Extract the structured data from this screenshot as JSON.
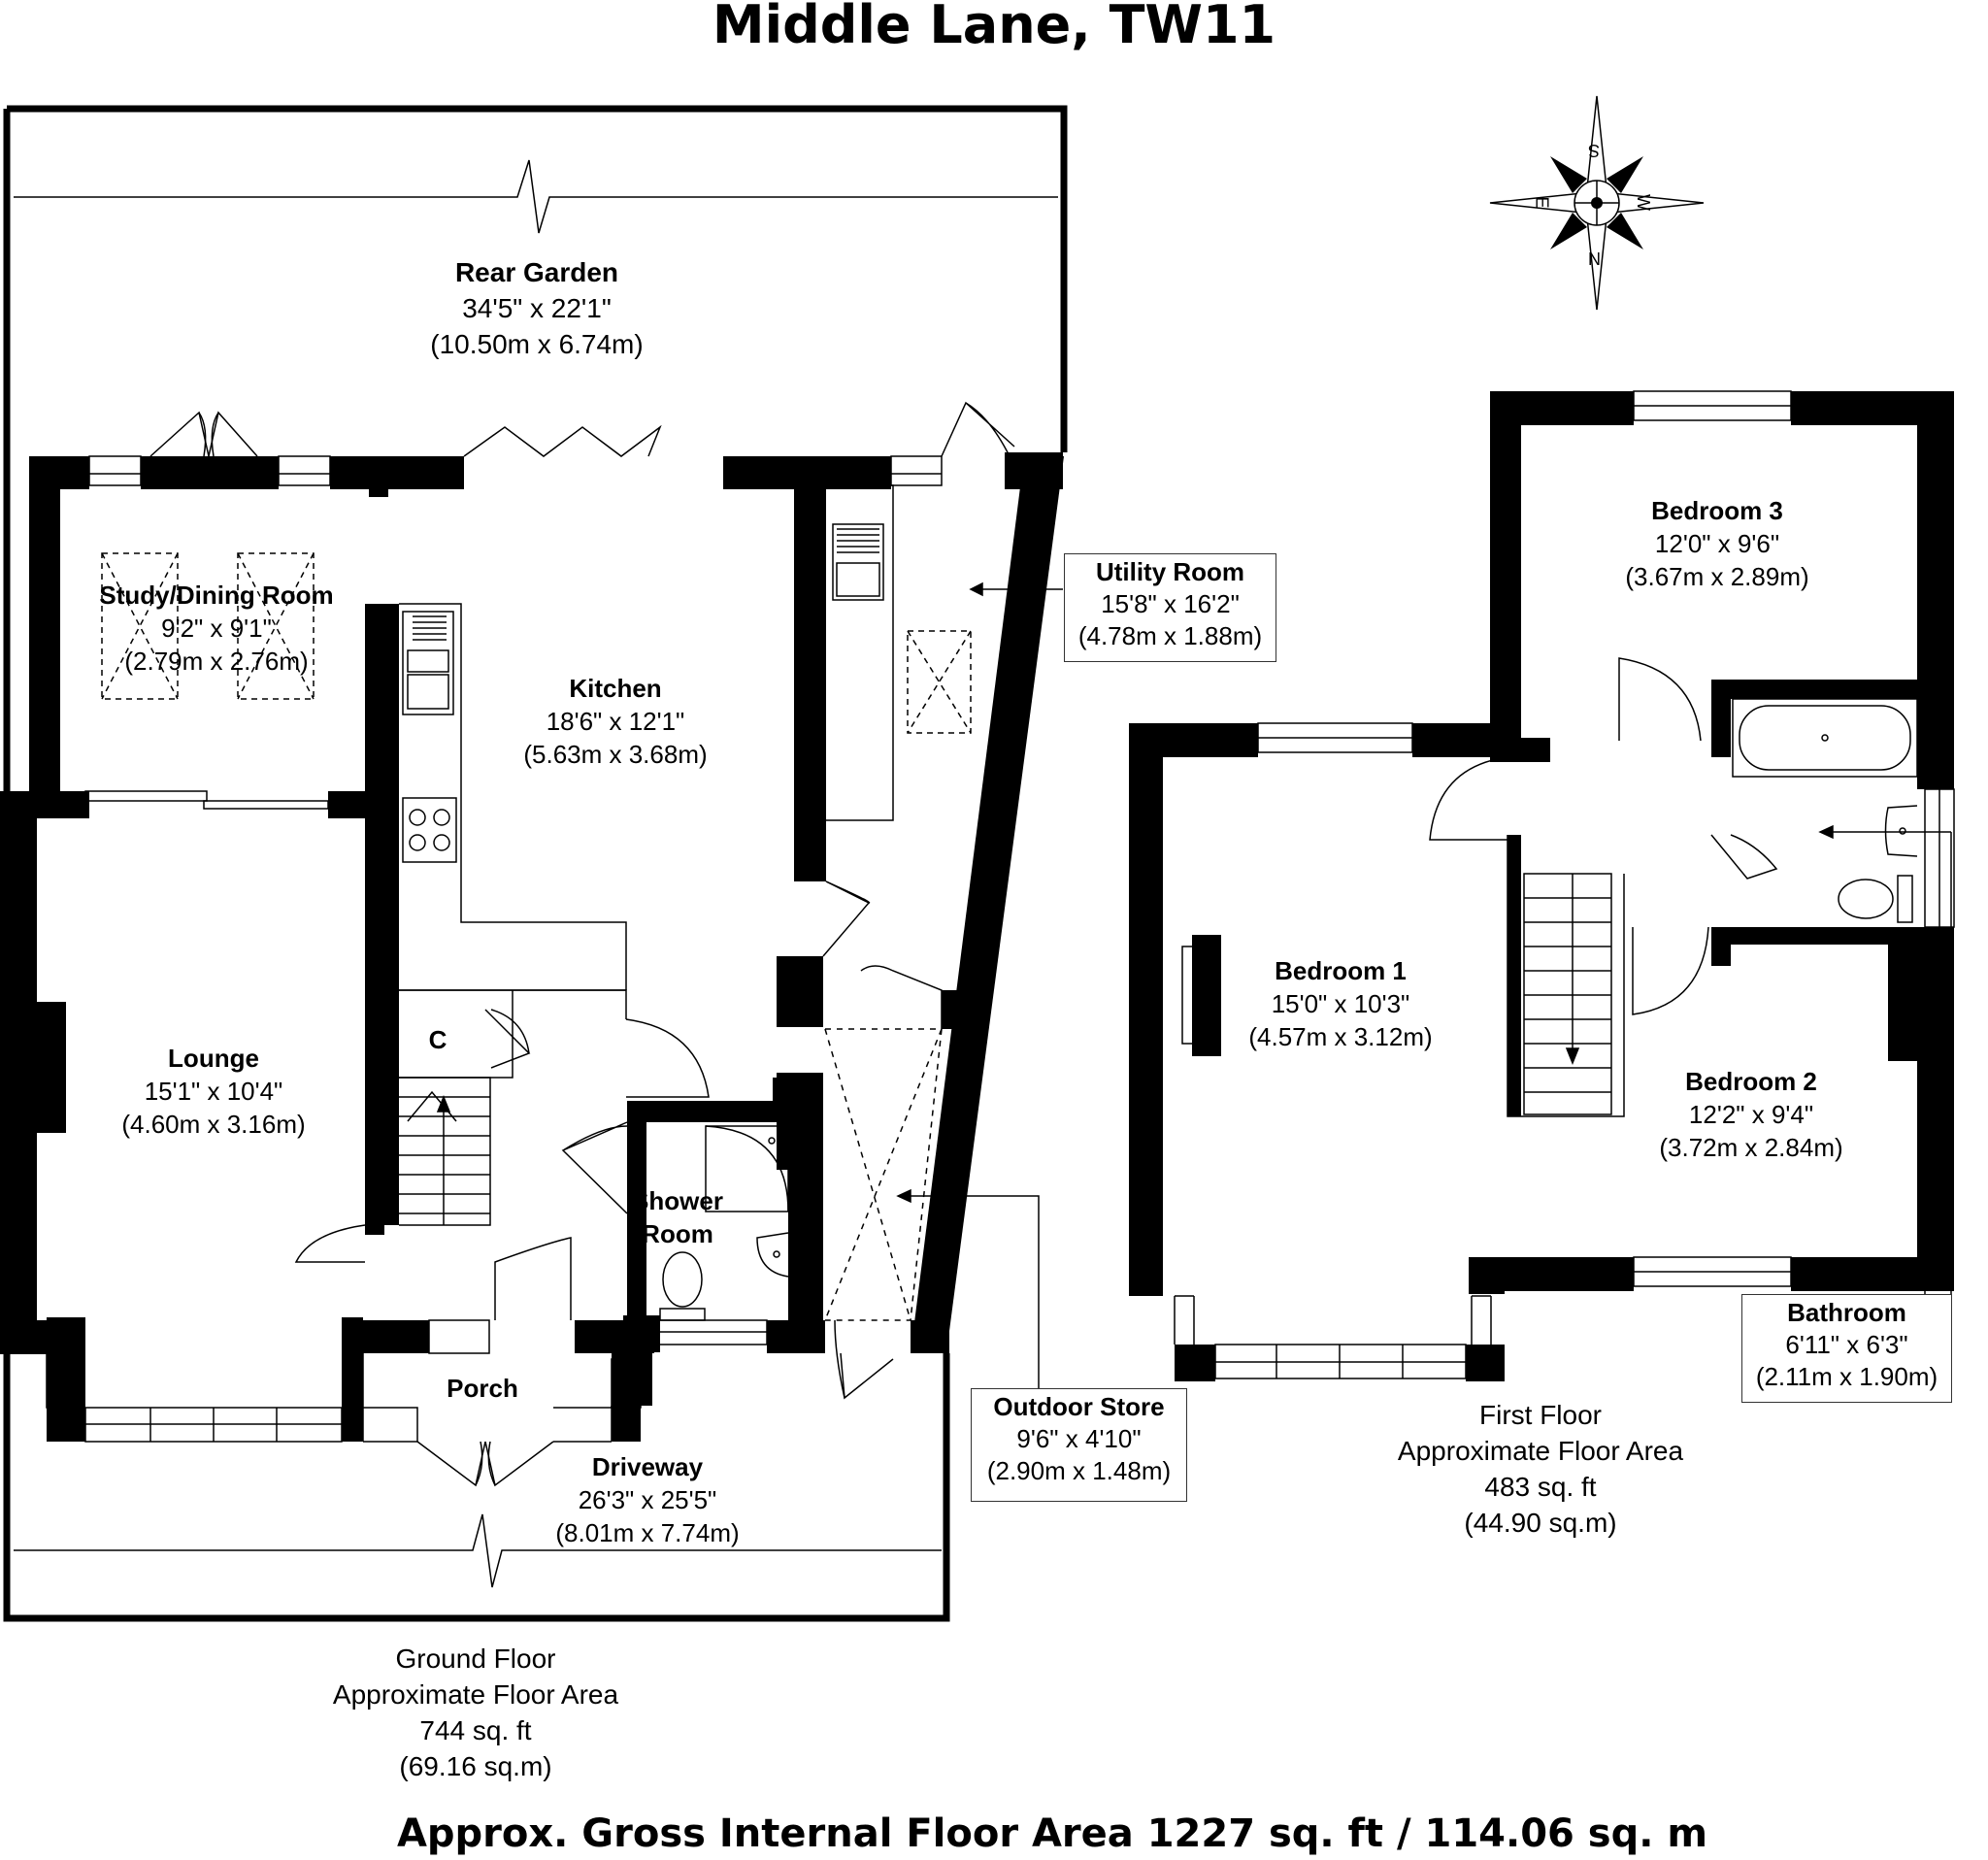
{
  "header": {
    "title": "Middle Lane, TW11"
  },
  "compass": {
    "north": "N",
    "south": "S",
    "east": "E",
    "west": "W"
  },
  "rooms": {
    "rear_garden": {
      "name": "Rear Garden",
      "imperial": "34'5\" x 22'1\"",
      "metric": "(10.50m x 6.74m)"
    },
    "study": {
      "name": "Study/Dining Room",
      "imperial": "9'2\" x 9'1\"",
      "metric": "(2.79m x 2.76m)"
    },
    "kitchen": {
      "name": "Kitchen",
      "imperial": "18'6\" x 12'1\"",
      "metric": "(5.63m x 3.68m)"
    },
    "utility": {
      "name": "Utility Room",
      "imperial": "15'8\" x 16'2\"",
      "metric": "(4.78m x 1.88m)"
    },
    "lounge": {
      "name": "Lounge",
      "imperial": "15'1\" x 10'4\"",
      "metric": "(4.60m x 3.16m)"
    },
    "cupboard": {
      "name": "C"
    },
    "shower": {
      "name_line1": "Shower",
      "name_line2": "Room"
    },
    "porch": {
      "name": "Porch"
    },
    "driveway": {
      "name": "Driveway",
      "imperial": "26'3\" x 25'5\"",
      "metric": "(8.01m x 7.74m)"
    },
    "outdoor_store": {
      "name": "Outdoor Store",
      "imperial": "9'6\" x 4'10\"",
      "metric": "(2.90m x 1.48m)"
    },
    "bedroom1": {
      "name": "Bedroom 1",
      "imperial": "15'0\" x 10'3\"",
      "metric": "(4.57m x 3.12m)"
    },
    "bedroom2": {
      "name": "Bedroom 2",
      "imperial": "12'2\" x 9'4\"",
      "metric": "(3.72m x 2.84m)"
    },
    "bedroom3": {
      "name": "Bedroom 3",
      "imperial": "12'0\" x 9'6\"",
      "metric": "(3.67m x 2.89m)"
    },
    "bathroom": {
      "name": "Bathroom",
      "imperial": "6'11\" x 6'3\"",
      "metric": "(2.11m x 1.90m)"
    }
  },
  "floors": {
    "ground": {
      "name": "Ground Floor",
      "caption": "Approximate Floor Area",
      "sqft": "744 sq. ft",
      "sqm": "(69.16 sq.m)"
    },
    "first": {
      "name": "First Floor",
      "caption": "Approximate Floor Area",
      "sqft": "483 sq. ft",
      "sqm": "(44.90 sq.m)"
    }
  },
  "footer": {
    "total": "Approx. Gross Internal Floor Area 1227 sq. ft /  114.06 sq. m"
  }
}
